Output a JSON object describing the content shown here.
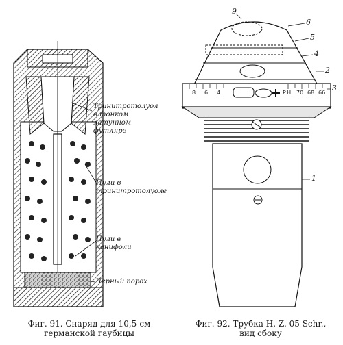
{
  "fig91": {
    "labels": {
      "tnt": "Тринитротолуол в тонком латунном футляре",
      "bullets_tnt": "Пули в тринитротолуоле",
      "bullets_rosin": "Пули в канифоли",
      "black_powder": "Черный порох"
    },
    "caption": {
      "line1": "Фиг. 91. Снаряд для 10,5-см",
      "line2": "германской гаубицы"
    }
  },
  "fig92": {
    "numbers": [
      "1",
      "2",
      "3",
      "4",
      "5",
      "6",
      "9"
    ],
    "scale_marks": [
      "8",
      "6",
      "4",
      "70",
      "68",
      "66"
    ],
    "scale_text": "P.H.",
    "caption": {
      "line1": "Фиг. 92. Трубка H. Z. 05 Schr.,",
      "line2": "вид сбоку"
    }
  }
}
